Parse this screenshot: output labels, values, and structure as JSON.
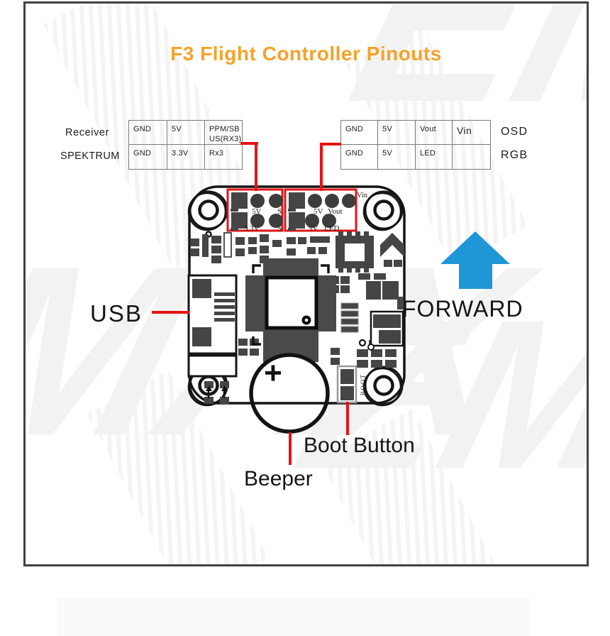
{
  "title": "F3 Flight Controller Pinouts",
  "watermark": "EMAX",
  "colors": {
    "accent_red": "#e41414",
    "title_orange": "#f6a22a",
    "arrow_blue": "#1f96d6",
    "board_component_gray": "#454545"
  },
  "receiver_table": {
    "row_labels": [
      "Receiver",
      "SPEKTRUM"
    ],
    "rows": [
      [
        "GND",
        "5V",
        "PPM/SB\nUS(RX3)"
      ],
      [
        "GND",
        "3.3V",
        "Rx3"
      ]
    ]
  },
  "osd_table": {
    "row_labels": [
      "OSD",
      "RGB"
    ],
    "rows": [
      [
        "GND",
        "5V",
        "Vout",
        "Vin"
      ],
      [
        "GND",
        "5V",
        "LED",
        ""
      ]
    ]
  },
  "board_labels": {
    "left_row1_a": "5V",
    "left_row1_b": "S",
    "left_row2_a": "3.3V",
    "left_row2_b": "S",
    "right_row1_a": "5V",
    "right_row1_b": "Vout",
    "right_row2_a": "5V",
    "right_row2_b": "LED",
    "vin": "Vin",
    "boot": "BOOT",
    "beeper_plus": "+"
  },
  "callouts": {
    "usb": "USB",
    "forward": "FORWARD",
    "boot_button": "Boot Button",
    "beeper": "Beeper"
  }
}
